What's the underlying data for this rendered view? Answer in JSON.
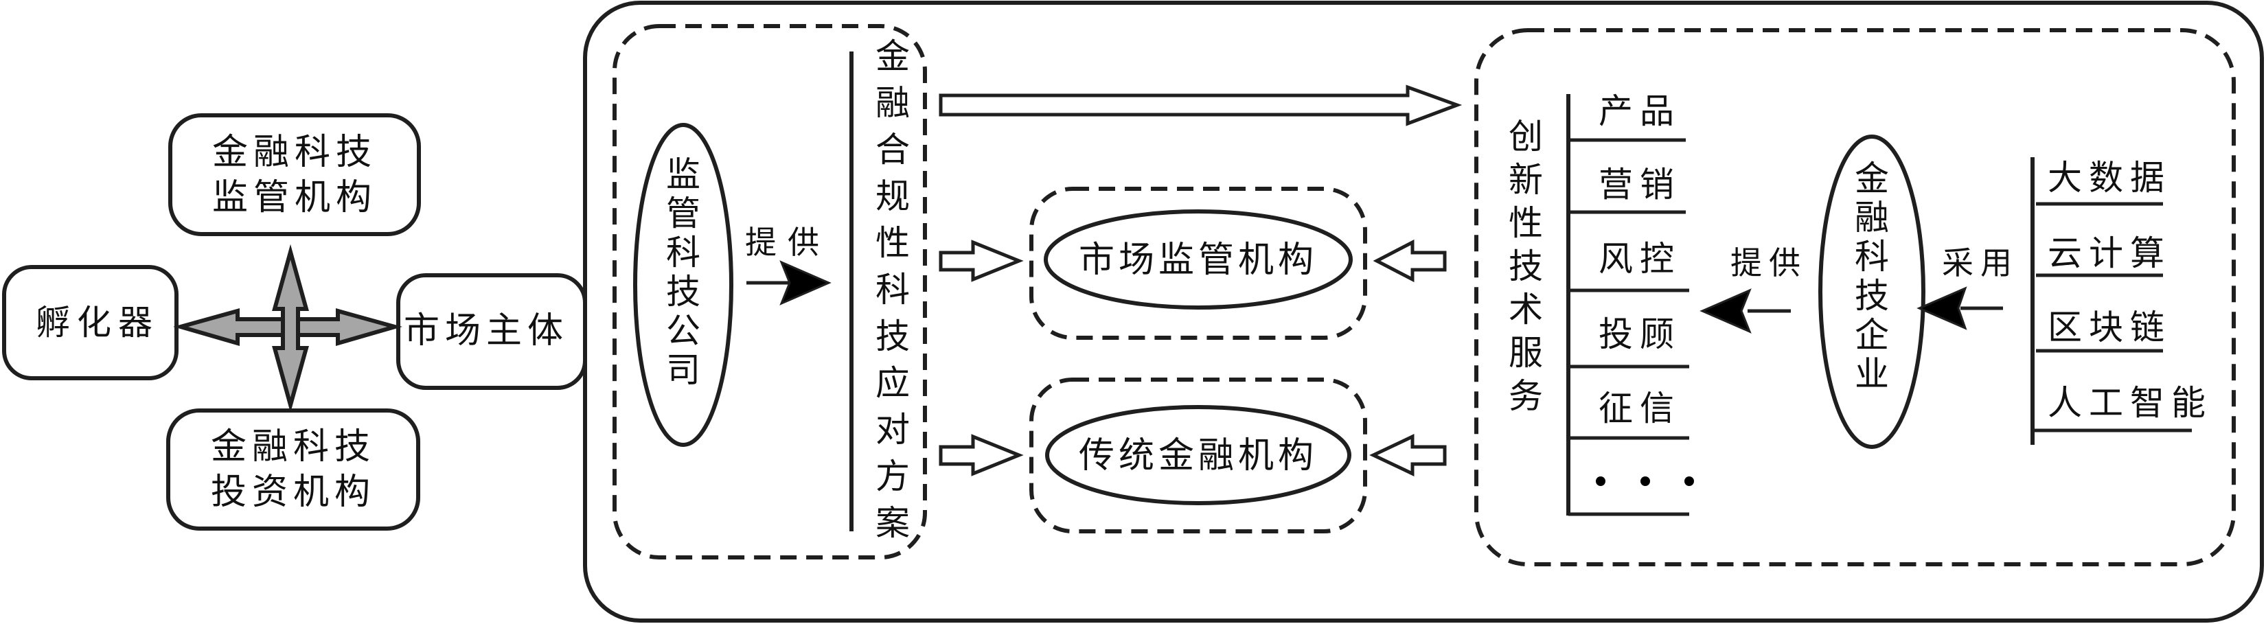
{
  "left_cluster": {
    "incubator": "孵化器",
    "regulator": [
      "金融科技",
      "监管机构"
    ],
    "investor": [
      "金融科技",
      "投资机构"
    ],
    "market_entity": "市场主体"
  },
  "regtech": {
    "company": "监管科技公司",
    "provides_label": "提供",
    "solution": "金融合规性科技应对方案"
  },
  "middle": {
    "market_regulator": "市场监管机构",
    "traditional_fi": "传统金融机构"
  },
  "fintech": {
    "services_title": "创新性技术服务",
    "services": [
      "产品",
      "营销",
      "风控",
      "投顾",
      "征信",
      "…"
    ],
    "provides_label": "提供",
    "enterprise": "金融科技企业",
    "adopts_label": "采用",
    "technologies": [
      "大数据",
      "云计算",
      "区块链",
      "人工智能"
    ]
  },
  "colors": {
    "stroke": "#1f1f1f",
    "arrow_fill_gray": "#a6a6a6",
    "background": "#ffffff"
  }
}
